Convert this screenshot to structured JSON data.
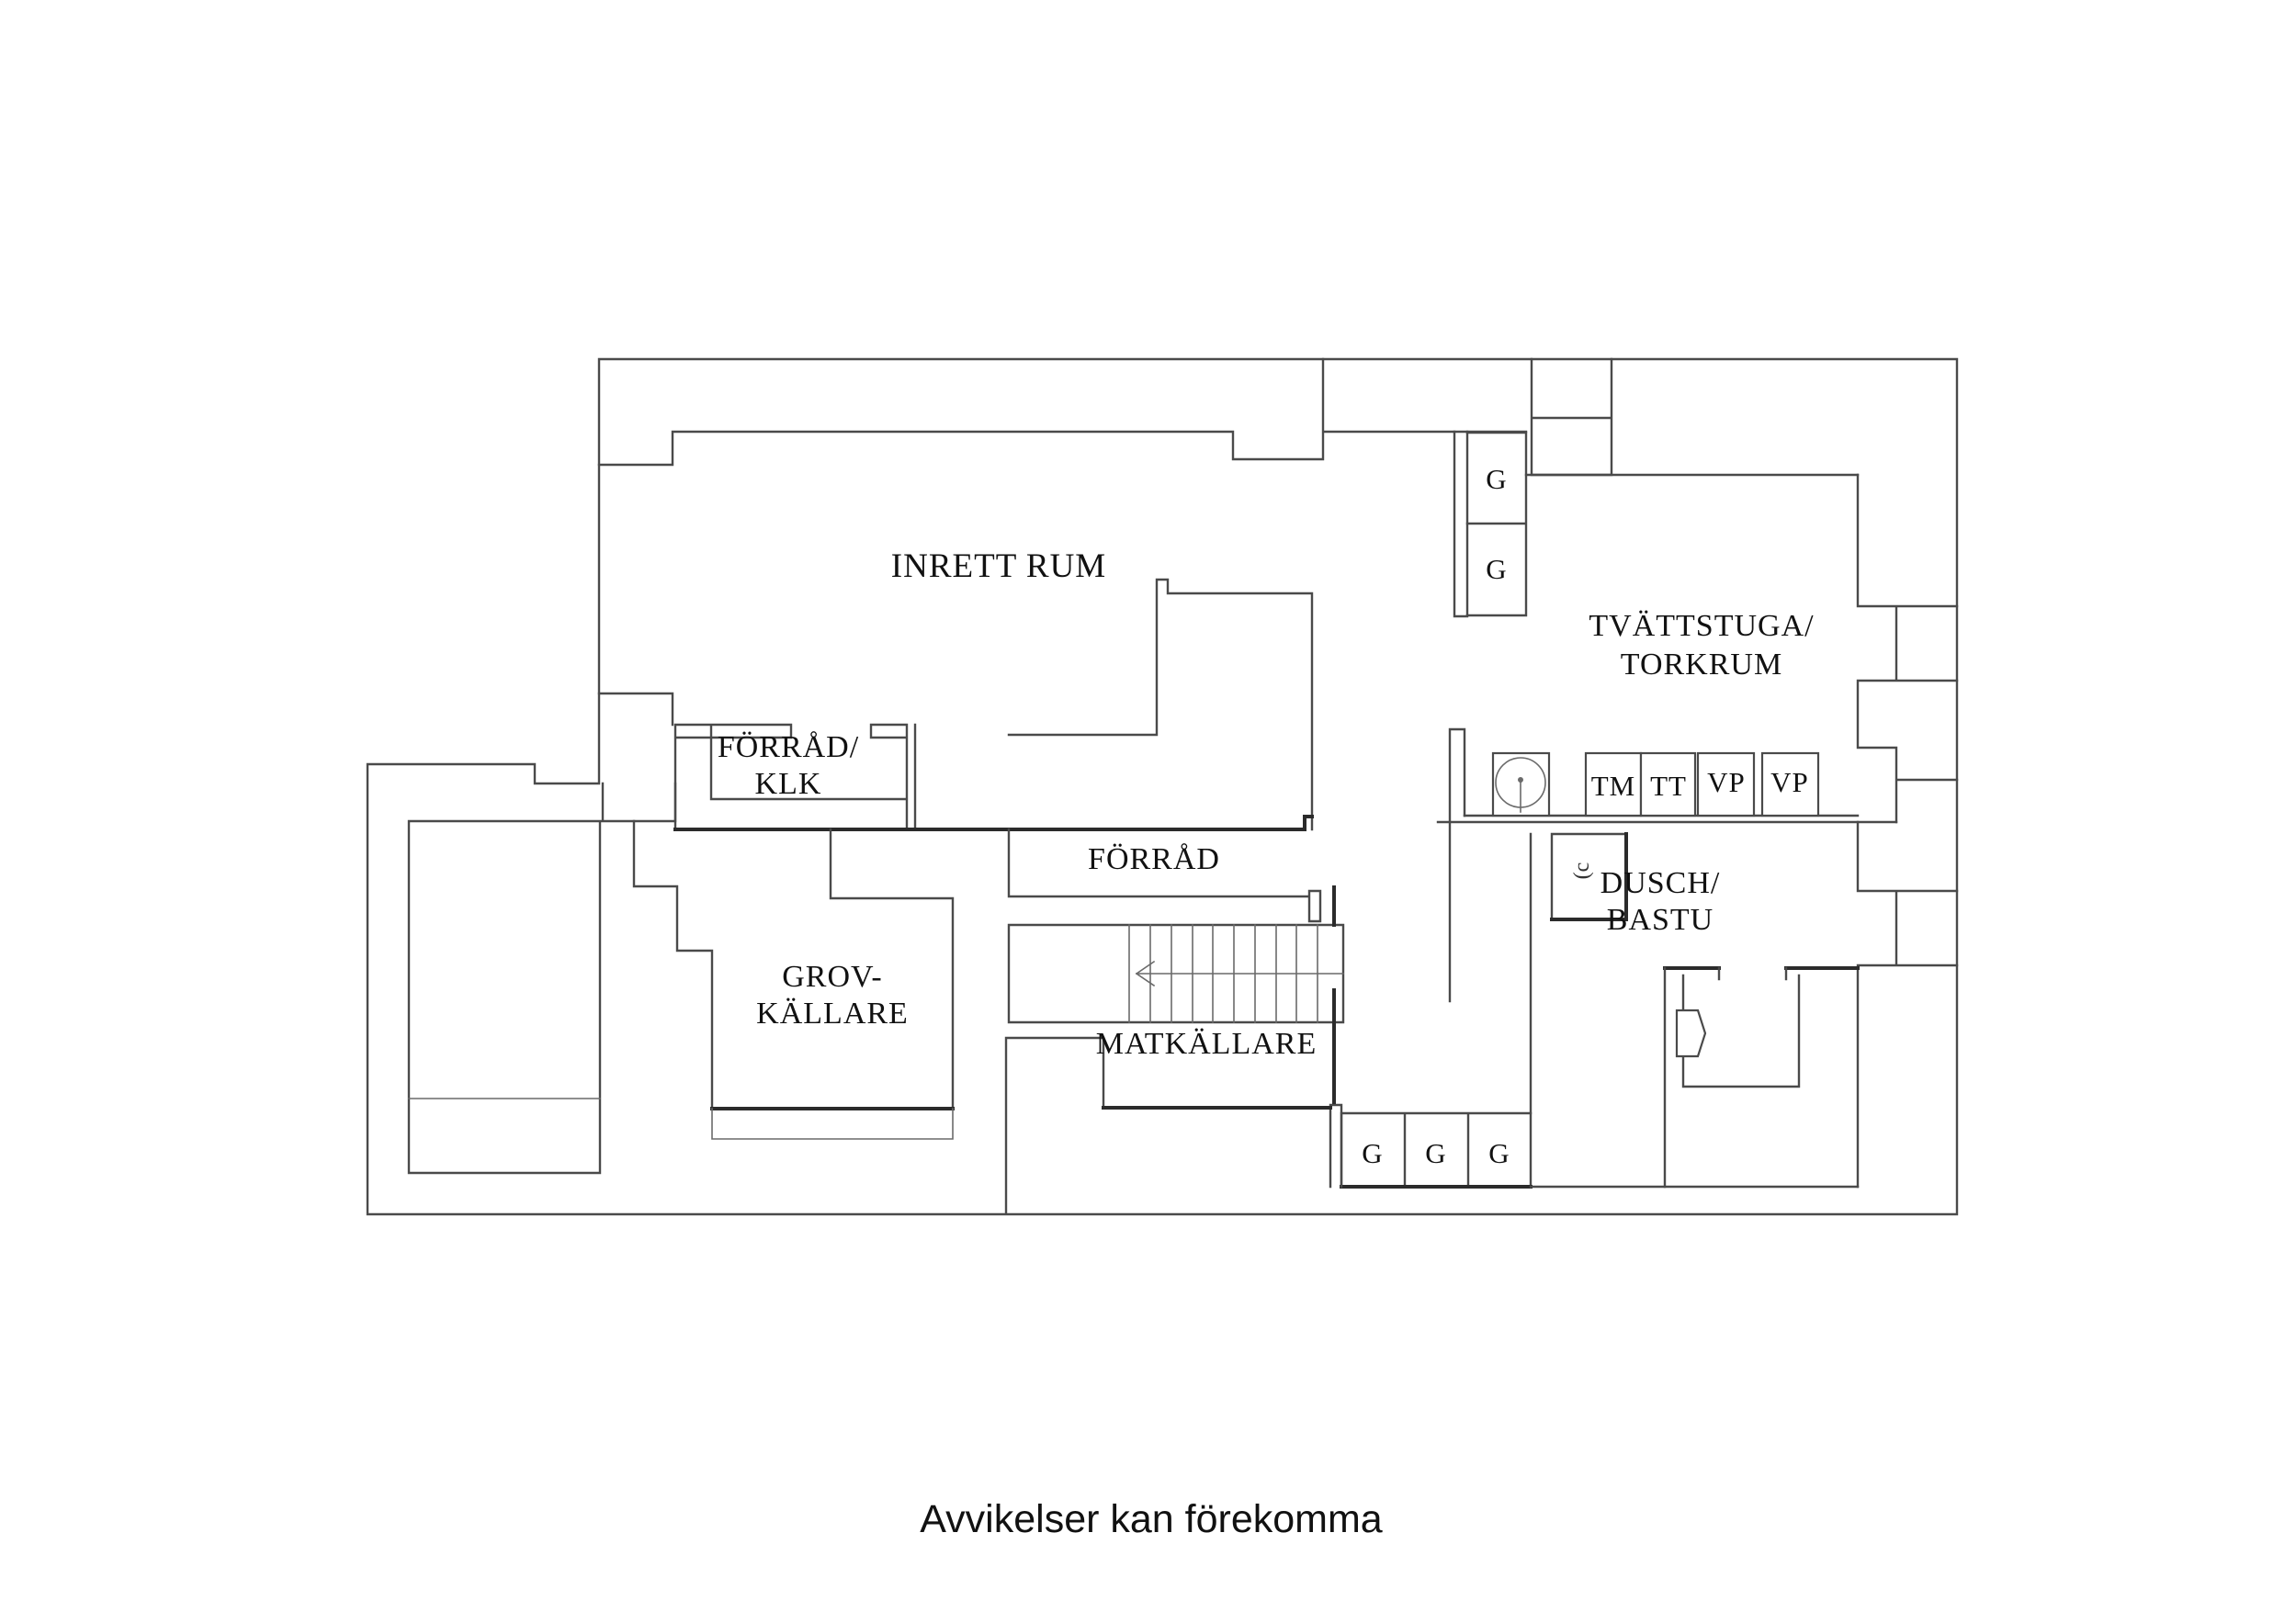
{
  "floorplan": {
    "labels": {
      "inrett_rum": "INRETT RUM",
      "forrad_klk": [
        "FÖRRÅD/",
        "KLK"
      ],
      "tvattstuga": [
        "TVÄTTSTUGA/",
        "TORKRUM"
      ],
      "forrad": "FÖRRÅD",
      "grovkallare": [
        "GROV-",
        "KÄLLARE"
      ],
      "matkallare": "MATKÄLLARE",
      "dusch_bastu": [
        "DUSCH/",
        "BASTU"
      ],
      "shower_symbol": "(c"
    },
    "fixtures": {
      "wardrobes_upper": [
        "G",
        "G"
      ],
      "appliances": [
        "TM",
        "TT",
        "VP",
        "VP"
      ],
      "wardrobes_lower": [
        "G",
        "G",
        "G"
      ]
    },
    "colors": {
      "wall": "#4a4a4a",
      "wall_dark": "#2b2b2b",
      "text": "#111111",
      "background": "#ffffff"
    }
  },
  "footer": {
    "disclaimer": "Avvikelser kan förekomma"
  }
}
